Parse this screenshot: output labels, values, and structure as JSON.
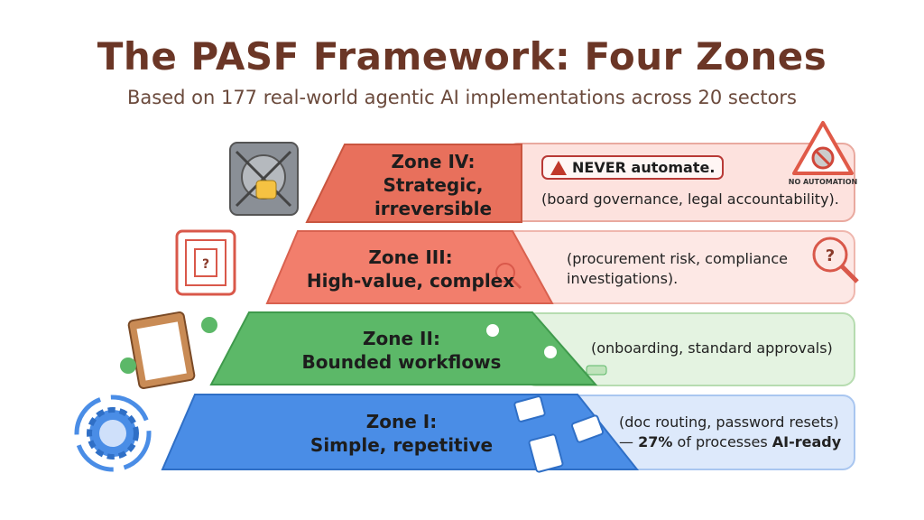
{
  "header": {
    "title": "The PASF Framework: Four Zones",
    "subtitle": "Based on 177 real-world agentic AI implementations across 20 sectors"
  },
  "zones": [
    {
      "name": "Zone IV:",
      "desc_line1": "Strategic,",
      "desc_line2": "irreversible",
      "badge": "NEVER automate.",
      "examples": "(board governance, legal accountability).",
      "sign_label": "NO AUTOMATION",
      "color": "#e8705c",
      "panel_color": "#fde2de"
    },
    {
      "name": "Zone III:",
      "desc_line1": "High-value, complex",
      "examples_line1": "(procurement risk, compliance",
      "examples_line2": "investigations).",
      "color": "#f27e6c",
      "panel_color": "#fde8e5"
    },
    {
      "name": "Zone II:",
      "desc_line1": "Bounded workflows",
      "examples": "(onboarding, standard approvals)",
      "color": "#5cb868",
      "panel_color": "#e4f3e1"
    },
    {
      "name": "Zone I:",
      "desc_line1": "Simple, repetitive",
      "examples": "(doc routing, password resets)",
      "stat_prefix": "—",
      "stat_value": "27%",
      "stat_middle": "of processes",
      "stat_suffix": "AI-ready",
      "color": "#4a8de6",
      "panel_color": "#dde9fb"
    }
  ]
}
